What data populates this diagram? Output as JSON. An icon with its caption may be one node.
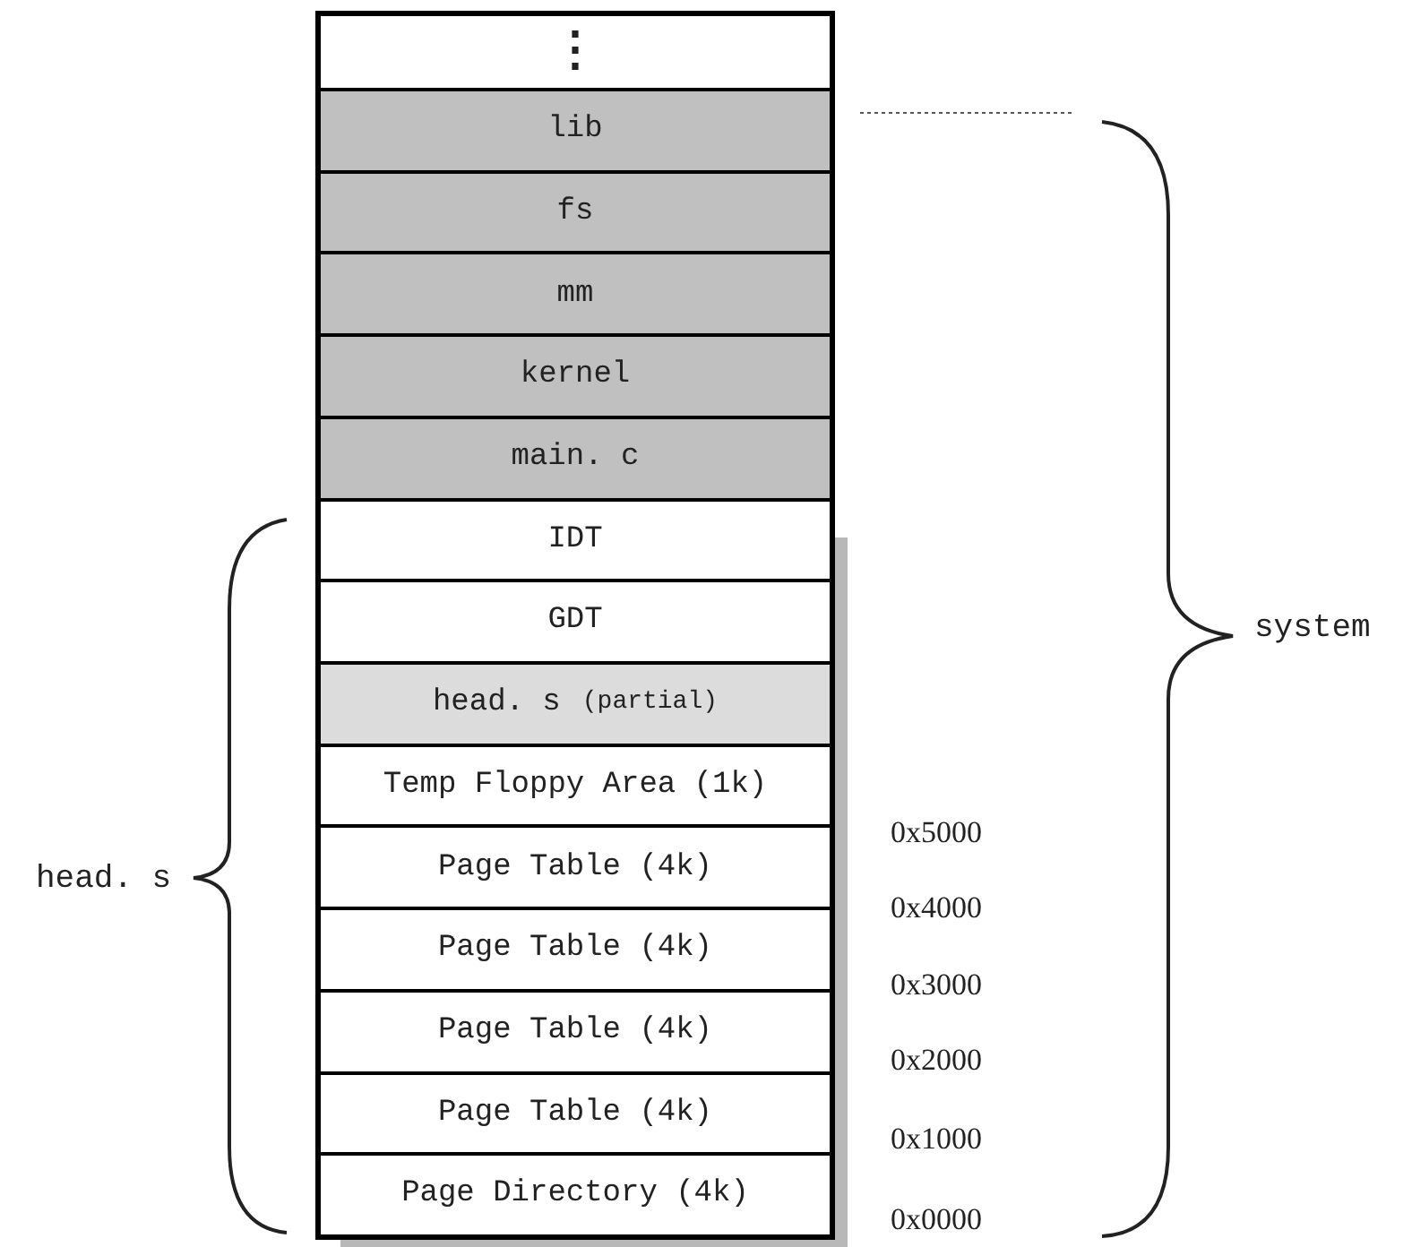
{
  "diagram": {
    "nodes": [
      {
        "text": [
          "⋮"
        ]
      },
      {
        "text": [
          "lib"
        ]
      },
      {
        "text": [
          "fs"
        ]
      },
      {
        "text": [
          "mm"
        ]
      },
      {
        "text": [
          "kernel"
        ]
      },
      {
        "text": [
          "main. c"
        ]
      },
      {
        "text": [
          "IDT"
        ]
      },
      {
        "text": [
          "GDT"
        ]
      },
      {
        "text": [
          "head. s",
          "(partial)"
        ]
      },
      {
        "text": [
          "Temp Floppy Area (1k)"
        ]
      },
      {
        "text": [
          "Page Table (4k)"
        ]
      },
      {
        "text": [
          "Page Table (4k)"
        ]
      },
      {
        "text": [
          "Page Table (4k)"
        ]
      },
      {
        "text": [
          "Page Table (4k)"
        ]
      },
      {
        "text": [
          "Page Directory (4k)"
        ]
      }
    ],
    "edges": [],
    "labels": [
      "system",
      "head. s",
      "0x5000",
      "0x4000",
      "0x3000",
      "0x2000",
      "0x1000",
      "0x0000"
    ]
  }
}
